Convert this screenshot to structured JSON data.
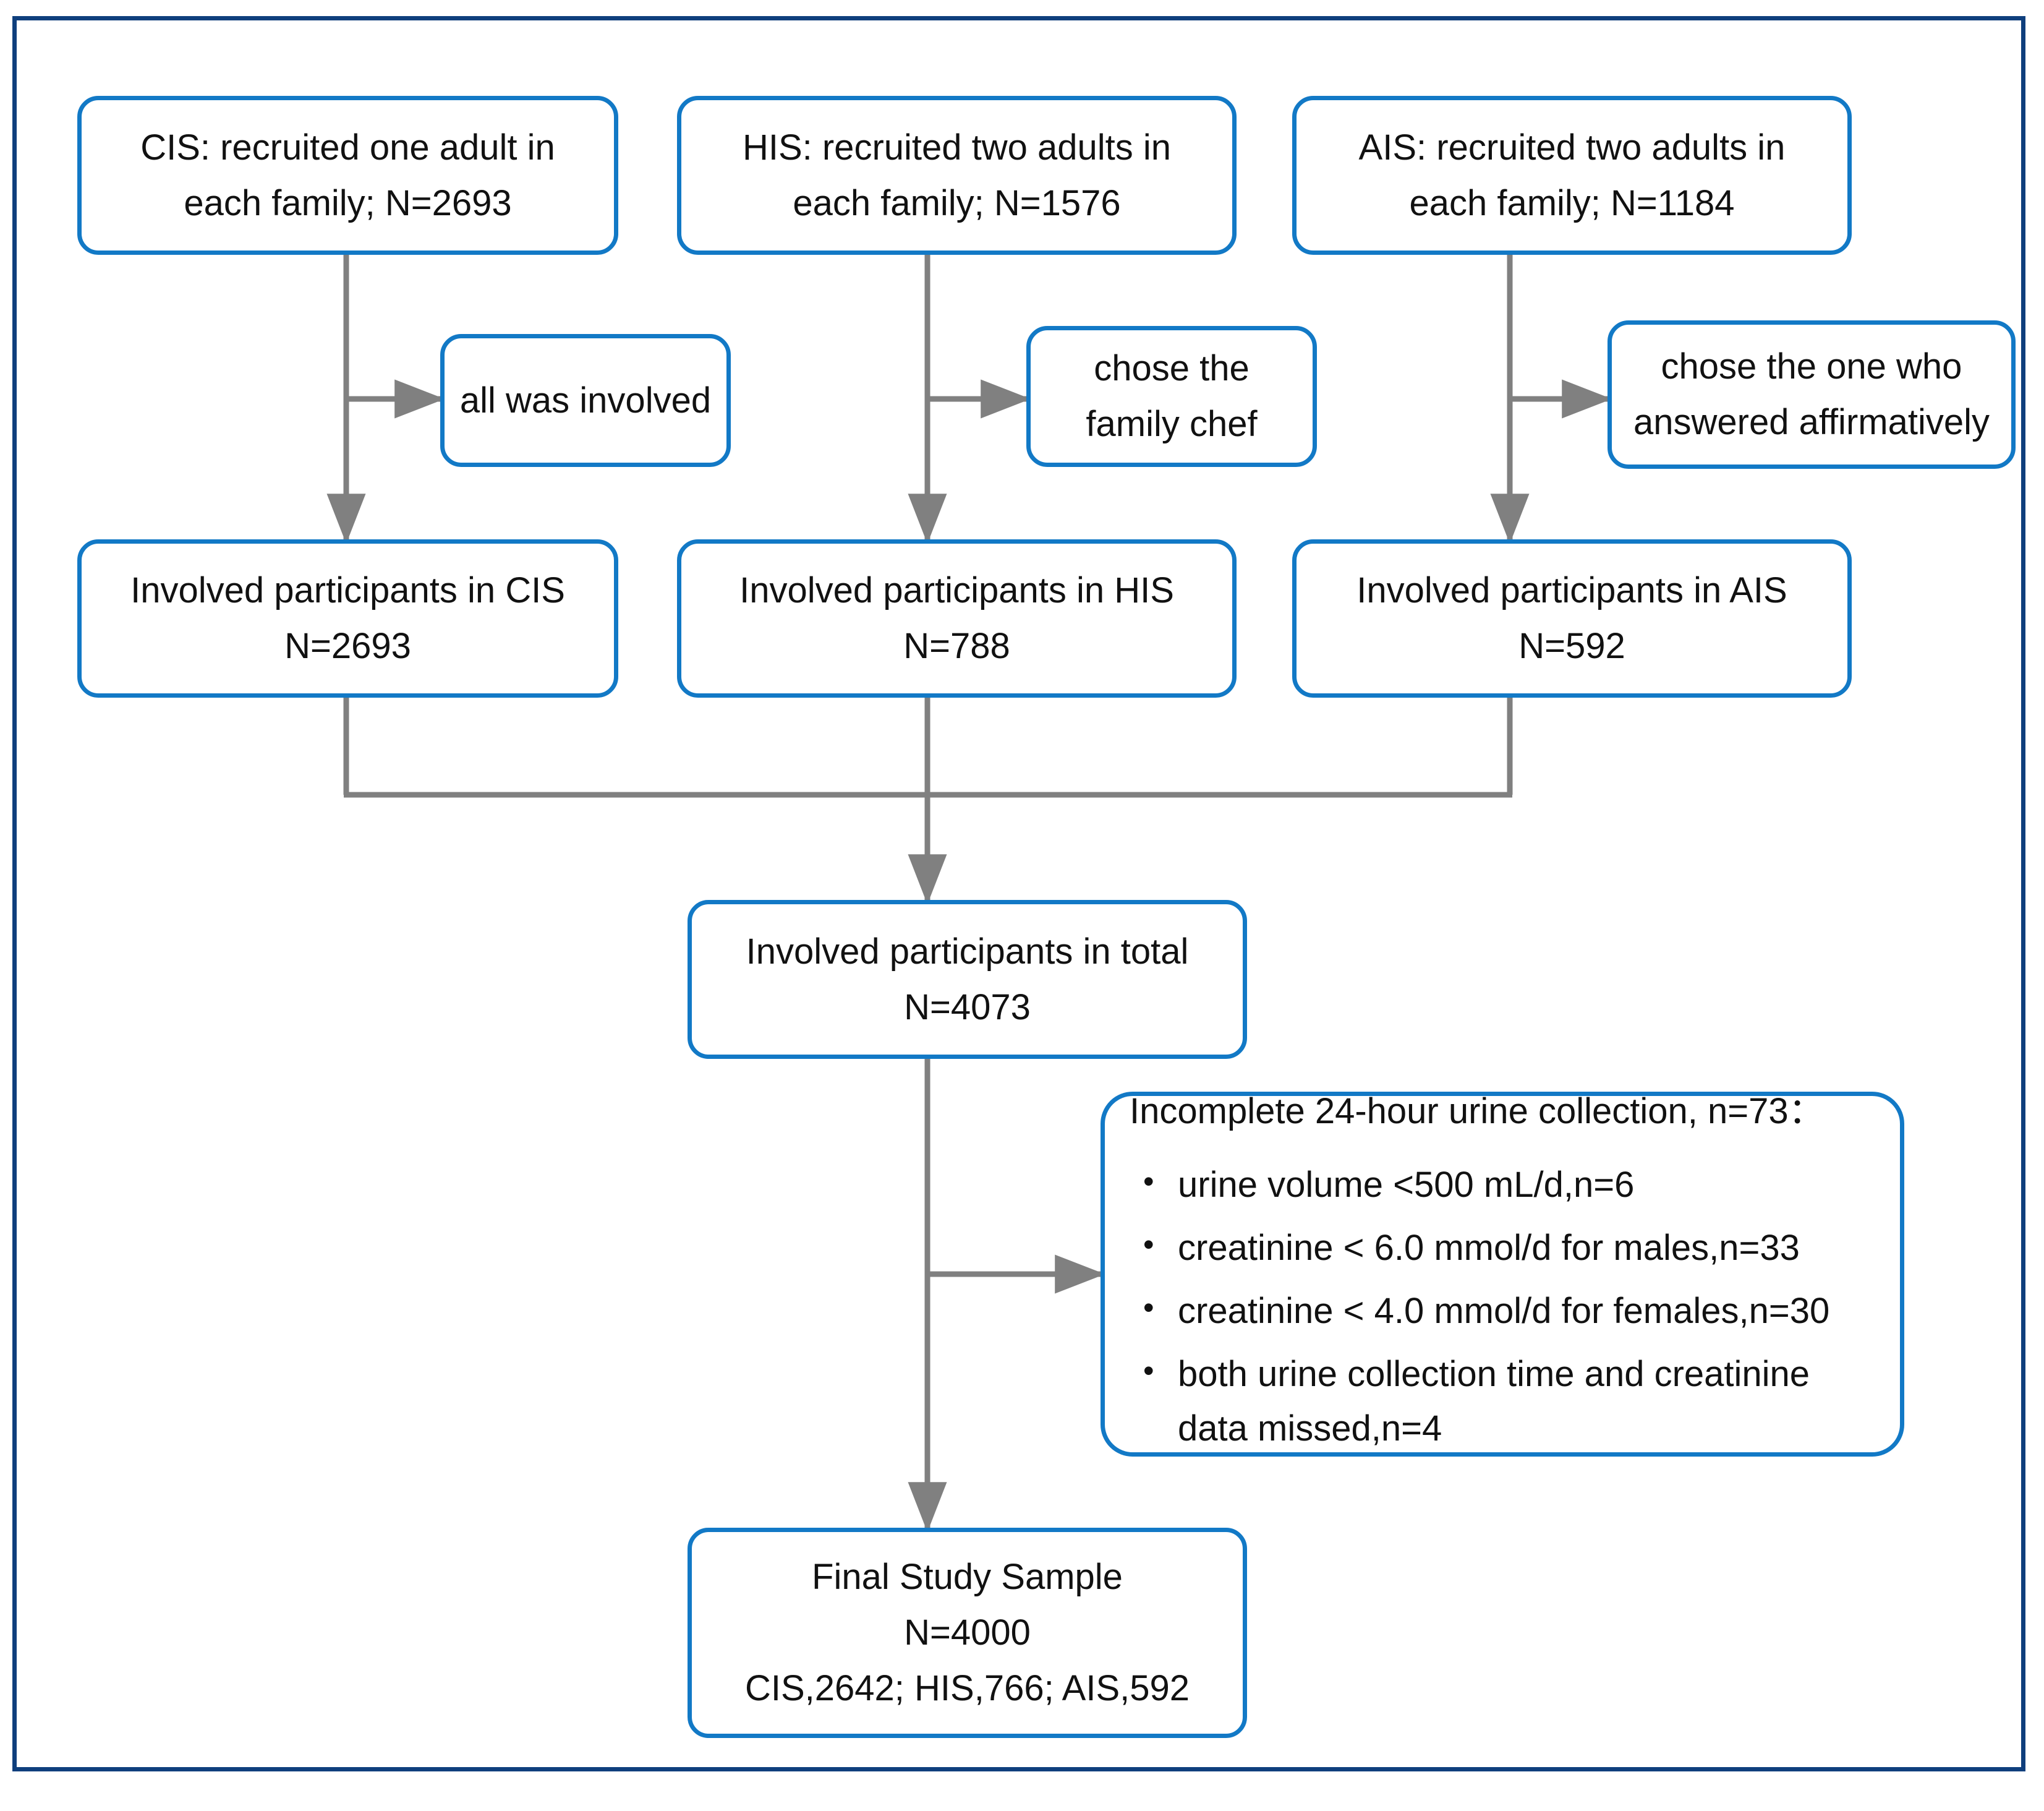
{
  "figure": {
    "type": "flow-diagram",
    "title": "Study participant flow diagram",
    "frame_color": "#0f3f7d",
    "box_border_color": "#1279c6",
    "connector_color": "#808080"
  },
  "nodes": {
    "cis_source": {
      "line1": "CIS: recruited  one adult in",
      "line2": "each family;   N=2693"
    },
    "his_source": {
      "line1": "HIS: recruited  two adults in",
      "line2": "each family;   N=1576"
    },
    "ais_source": {
      "line1": "AIS: recruited two adults in",
      "line2": "each family;  N=1184"
    },
    "cis_rule": {
      "line1": "all was involved"
    },
    "his_rule": {
      "line1": "chose the",
      "line2": "family chef"
    },
    "ais_rule": {
      "line1": "chose the one who",
      "line2": "answered affirmatively"
    },
    "cis_involved": {
      "line1": "Involved  participants in CIS",
      "line2": "N=2693"
    },
    "his_involved": {
      "line1": "Involved  participants in HIS",
      "line2": "N=788"
    },
    "ais_involved": {
      "line1": "Involved participants in AIS",
      "line2": "N=592"
    },
    "total_involved": {
      "line1": "Involved  participants in total",
      "line2": "N=4073"
    },
    "exclusion": {
      "title": "Incomplete 24-hour urine collection, n=73：",
      "bullet_glyph": "•",
      "items": [
        {
          "text": "urine volume <500 mL/d,n=6"
        },
        {
          "text": "creatinine < 6.0 mmol/d for males,n=33"
        },
        {
          "text": "creatinine < 4.0 mmol/d for females,n=30"
        },
        {
          "text": "both urine collection time and creatinine",
          "text2": "data missed,n=4"
        }
      ]
    },
    "final_sample": {
      "line1": "Final Study Sample",
      "line2": "N=4000",
      "line3": "CIS,2642; HIS,766; AIS,592"
    }
  },
  "chart_data": {
    "type": "table",
    "title": "Participant flow counts",
    "categories": [
      "CIS",
      "HIS",
      "AIS"
    ],
    "series": [
      {
        "name": "Recruited",
        "values": [
          2693,
          1576,
          1184
        ]
      },
      {
        "name": "Involved",
        "values": [
          2693,
          788,
          592
        ]
      },
      {
        "name": "Final sample",
        "values": [
          2642,
          766,
          592
        ]
      }
    ],
    "totals": {
      "involved_total": 4073,
      "excluded_total": 73,
      "final_total": 4000
    },
    "exclusion_breakdown": {
      "urine_volume_lt_500_mL_per_d": 6,
      "creatinine_lt_6.0_mmol_per_d_males": 33,
      "creatinine_lt_4.0_mmol_per_d_females": 30,
      "both_time_and_creatinine_missing": 4
    }
  }
}
